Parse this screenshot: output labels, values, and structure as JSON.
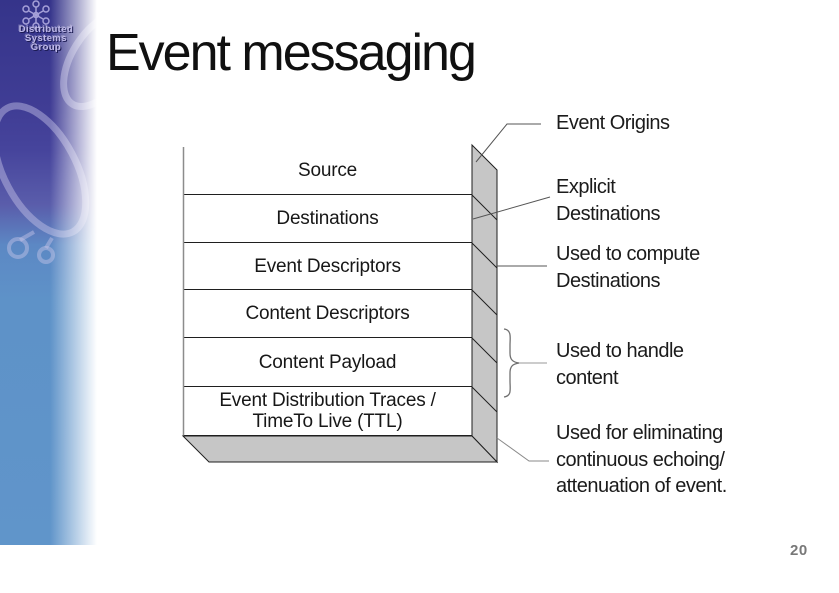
{
  "slide": {
    "title": "Event messaging",
    "page_number": "20"
  },
  "logo": {
    "line1": "Distributed",
    "line2": "Systems",
    "line3": "Group"
  },
  "stack": {
    "rows": [
      {
        "label": "Source"
      },
      {
        "label": "Destinations"
      },
      {
        "label": "Event Descriptors"
      },
      {
        "label": "Content Descriptors"
      },
      {
        "label": "Content Payload"
      },
      {
        "label": "Event Distribution Traces /",
        "label2": "TimeTo Live (TTL)"
      }
    ]
  },
  "annotations": {
    "event_origins": {
      "line1": "Event Origins"
    },
    "explicit_destinations": {
      "line1": "Explicit",
      "line2": "Destinations"
    },
    "used_to_compute": {
      "line1": "Used to compute",
      "line2": "Destinations"
    },
    "used_to_handle": {
      "line1": "Used to handle",
      "line2": "content"
    },
    "used_for_eliminating": {
      "line1": "Used for eliminating",
      "line2": "continuous echoing/",
      "line3": "attenuation of event."
    }
  },
  "colors": {
    "sidebar_purple": "#35348a",
    "sidebar_blue": "#5e92c8",
    "shape_fill": "#c6c6c6",
    "outline": "#1f1f1f",
    "leader_line": "#555555",
    "page_number_gray": "#787878"
  }
}
